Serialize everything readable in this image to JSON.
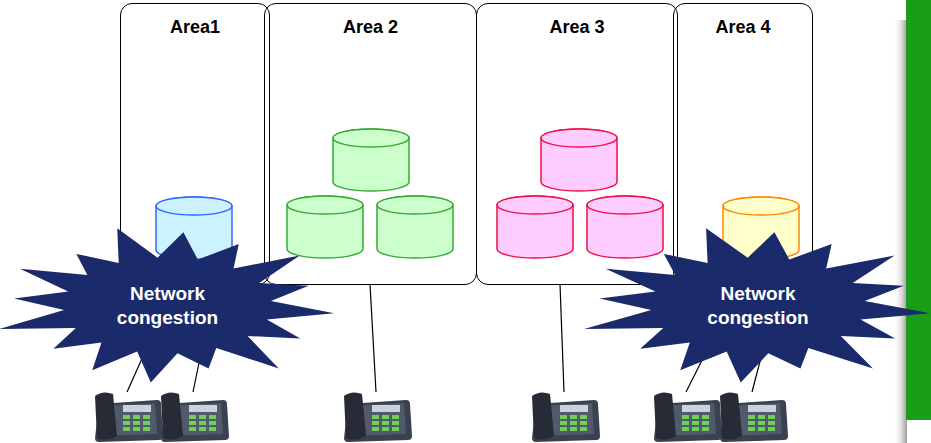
{
  "diagram": {
    "nodes": [
      {
        "text": [
          "Area1"
        ]
      },
      {
        "text": [
          "Area 2"
        ]
      },
      {
        "text": [
          "Area 3"
        ]
      },
      {
        "text": [
          "Area 4"
        ]
      },
      {
        "text": [
          "Network congestion"
        ]
      },
      {
        "text": [
          "Network congestion"
        ]
      }
    ]
  }
}
